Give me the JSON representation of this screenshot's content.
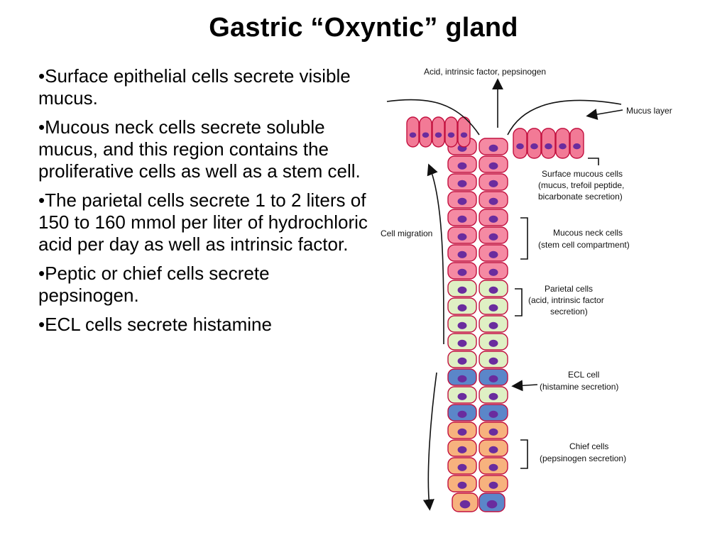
{
  "slide": {
    "title": "Gastric “Oxyntic” gland",
    "bullets": [
      "•Surface epithelial cells secrete visible mucus.",
      "•Mucous neck cells secrete soluble mucus, and this region contains the proliferative cells as well as a stem cell.",
      "•The parietal cells secrete 1 to 2 liters of 150 to 160 mmol per liter of hydrochloric acid per day as well as intrinsic factor.",
      "•Peptic or chief cells secrete pepsinogen.",
      "•ECL cells secrete histamine"
    ]
  },
  "diagram": {
    "top_label": "Acid, intrinsic factor, pepsinogen",
    "mucus_layer": "Mucus layer",
    "cell_migration": "Cell migration",
    "surface_mucous": [
      "Surface mucous cells",
      "(mucus, trefoil peptide,",
      "bicarbonate secretion)"
    ],
    "mucous_neck": [
      "Mucous neck cells",
      "(stem cell compartment)"
    ],
    "parietal": [
      "Parietal cells",
      "(acid, intrinsic factor",
      "secretion)"
    ],
    "ecl": [
      "ECL cell",
      "(histamine secretion)"
    ],
    "chief": [
      "Chief cells",
      "(pepsinogen secretion)"
    ],
    "colors": {
      "surface_cell": "#f27a96",
      "neck_cell": "#f58aa3",
      "parietal_cell": "#dff0c4",
      "ecl_cell": "#5b86c9",
      "chief_cell": "#f7b27e",
      "nucleus": "#6a2c9e",
      "outline": "#c2103f"
    }
  }
}
